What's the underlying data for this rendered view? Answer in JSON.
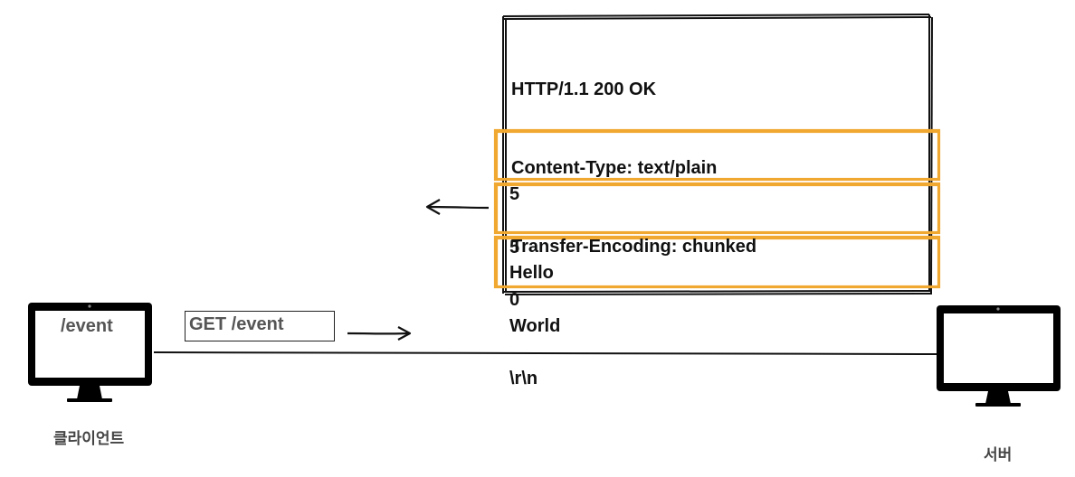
{
  "response": {
    "header_lines": [
      "HTTP/1.1 200 OK",
      "Content-Type: text/plain",
      "Transfer-Encoding: chunked"
    ],
    "chunks": [
      {
        "size": "5",
        "data": "Hello"
      },
      {
        "size": "5",
        "data": "World"
      },
      {
        "size": "0",
        "data": "\\r\\n"
      }
    ]
  },
  "client": {
    "screen_text": "/event",
    "label": "클라이언트"
  },
  "request": {
    "label": "GET /event"
  },
  "server": {
    "label": "서버"
  },
  "colors": {
    "chunk_border": "#f0a830",
    "frame": "#111111",
    "monitor": "#000000"
  }
}
